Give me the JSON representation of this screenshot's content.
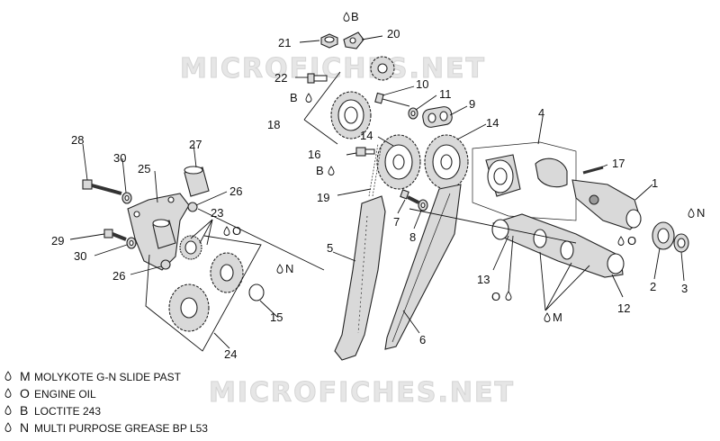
{
  "watermark": "MICROFICHES.NET",
  "callouts": [
    {
      "id": "1",
      "text": "1"
    },
    {
      "id": "2",
      "text": "2"
    },
    {
      "id": "3",
      "text": "3"
    },
    {
      "id": "4",
      "text": "4"
    },
    {
      "id": "5",
      "text": "5"
    },
    {
      "id": "6",
      "text": "6"
    },
    {
      "id": "7",
      "text": "7"
    },
    {
      "id": "8",
      "text": "8"
    },
    {
      "id": "9",
      "text": "9"
    },
    {
      "id": "10",
      "text": "10"
    },
    {
      "id": "11",
      "text": "11"
    },
    {
      "id": "12",
      "text": "12"
    },
    {
      "id": "13",
      "text": "13"
    },
    {
      "id": "14a",
      "text": "14"
    },
    {
      "id": "14b",
      "text": "14"
    },
    {
      "id": "15",
      "text": "15"
    },
    {
      "id": "16",
      "text": "16"
    },
    {
      "id": "17",
      "text": "17"
    },
    {
      "id": "18",
      "text": "18"
    },
    {
      "id": "19",
      "text": "19"
    },
    {
      "id": "20",
      "text": "20"
    },
    {
      "id": "21",
      "text": "21"
    },
    {
      "id": "22",
      "text": "22"
    },
    {
      "id": "23",
      "text": "23"
    },
    {
      "id": "24",
      "text": "24"
    },
    {
      "id": "25",
      "text": "25"
    },
    {
      "id": "26a",
      "text": "26"
    },
    {
      "id": "26b",
      "text": "26"
    },
    {
      "id": "27",
      "text": "27"
    },
    {
      "id": "28",
      "text": "28"
    },
    {
      "id": "29",
      "text": "29"
    },
    {
      "id": "30a",
      "text": "30"
    },
    {
      "id": "30b",
      "text": "30"
    }
  ],
  "lube_markers": [
    {
      "id": "B-top",
      "code": "B"
    },
    {
      "id": "B-22",
      "code": "B"
    },
    {
      "id": "B-16",
      "code": "B"
    },
    {
      "id": "O-23",
      "code": "O"
    },
    {
      "id": "N-15",
      "code": "N"
    },
    {
      "id": "N-3",
      "code": "N"
    },
    {
      "id": "O-12",
      "code": "O"
    },
    {
      "id": "O-13",
      "code": "O"
    },
    {
      "id": "M-12",
      "code": "M"
    }
  ],
  "legend": [
    {
      "code": "M",
      "text": "MOLYKOTE G-N SLIDE PAST"
    },
    {
      "code": "O",
      "text": "ENGINE OIL"
    },
    {
      "code": "B",
      "text": "LOCTITE 243"
    },
    {
      "code": "N",
      "text": "MULTI PURPOSE GREASE BP L53"
    }
  ]
}
